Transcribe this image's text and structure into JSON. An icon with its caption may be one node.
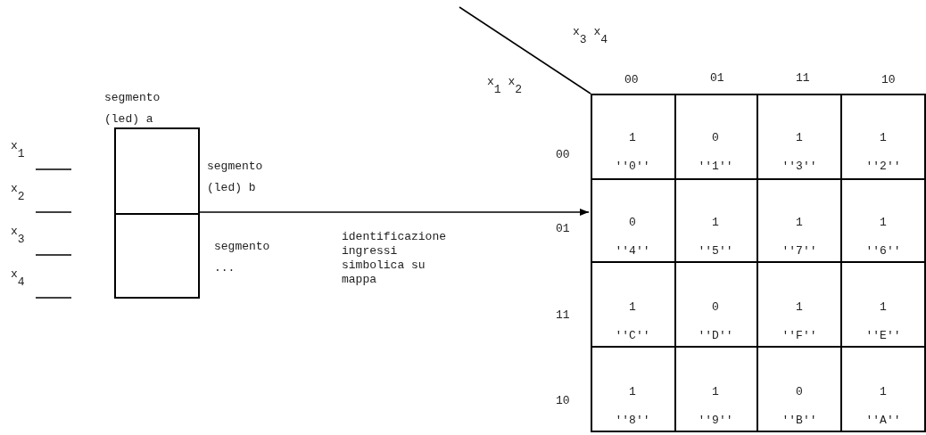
{
  "diagram": {
    "nodes": [
      {
        "text": [],
        "shape": "box"
      },
      {
        "text": [],
        "shape": "box"
      },
      {
        "text": [
          "1",
          "''0''"
        ],
        "in": 1
      },
      {
        "text": [
          "0",
          "''1''"
        ],
        "in": 1
      },
      {
        "text": [
          "1",
          "''3''"
        ],
        "in": 1
      },
      {
        "text": [
          "1",
          "''2''"
        ],
        "in": 1
      },
      {
        "text": [
          "0",
          "''4''"
        ],
        "in": 1
      },
      {
        "text": [
          "1",
          "''5''"
        ],
        "in": 1
      },
      {
        "text": [
          "1",
          "''7''"
        ],
        "in": 1
      },
      {
        "text": [
          "1",
          "''6''"
        ],
        "in": 1
      },
      {
        "text": [
          "1",
          "''C''"
        ],
        "in": 1
      },
      {
        "text": [
          "0",
          "''D''"
        ],
        "in": 1
      },
      {
        "text": [
          "1",
          "''F''"
        ],
        "in": 1
      },
      {
        "text": [
          "1",
          "''E''"
        ],
        "in": 1
      },
      {
        "text": [
          "1",
          "''8''"
        ],
        "in": 1
      },
      {
        "text": [
          "1",
          "''9''"
        ],
        "in": 1
      },
      {
        "text": [
          "0",
          "''B''"
        ],
        "in": 1
      },
      {
        "text": [
          "1",
          "''A''"
        ],
        "in": 1
      }
    ],
    "edges": [
      {
        "from": 0,
        "to": 1,
        "arrow": "to",
        "label": "identificazione ingressi simbolica su mappa"
      }
    ],
    "labels": [
      "x$_{3}$ x$_{4}$",
      "x$_{1}$ x$_{2}$",
      "segmento (led) a",
      "00",
      "01",
      "11",
      "10",
      "x$_{1}$",
      "segmento (led) b",
      "00",
      "x$_{2}$",
      "x$_{3}$",
      "segmento ...",
      "01",
      "x$_{4}$",
      "11",
      "10"
    ]
  }
}
